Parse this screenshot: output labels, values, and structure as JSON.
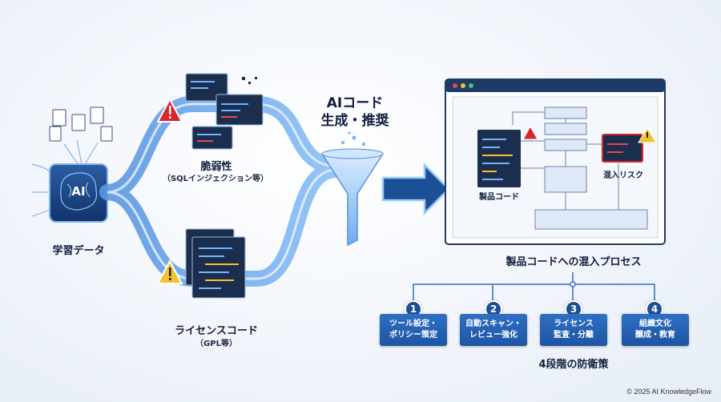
{
  "left": {
    "training_data": "学習データ",
    "ai": "AI"
  },
  "branches": {
    "vuln_title": "脆弱性",
    "vuln_sub": "（SQLインジェクション等）",
    "license_title": "ライセンスコード",
    "license_sub": "（GPL等）"
  },
  "funnel": {
    "line1": "AIコード",
    "line2": "生成・推奨"
  },
  "app": {
    "product_code": "製品コード",
    "mix_risk": "混入リスク",
    "caption": "製品コードへの混入プロセス"
  },
  "steps": [
    {
      "num": "1",
      "line1": "ツール設定・",
      "line2": "ポリシー策定"
    },
    {
      "num": "2",
      "line1": "自動スキャン・",
      "line2": "レビュー強化"
    },
    {
      "num": "3",
      "line1": "ライセンス",
      "line2": "監査・分離"
    },
    {
      "num": "4",
      "line1": "組織文化",
      "line2": "醸成・教育"
    }
  ],
  "defense_title": "4段階の防衛策",
  "footer": "© 2025 AI KnowledgeFlow",
  "colors": {
    "accent": "#1d55a3",
    "pipe": "#7fb2ee",
    "warn": "#d9262b",
    "caution": "#f2c230"
  }
}
